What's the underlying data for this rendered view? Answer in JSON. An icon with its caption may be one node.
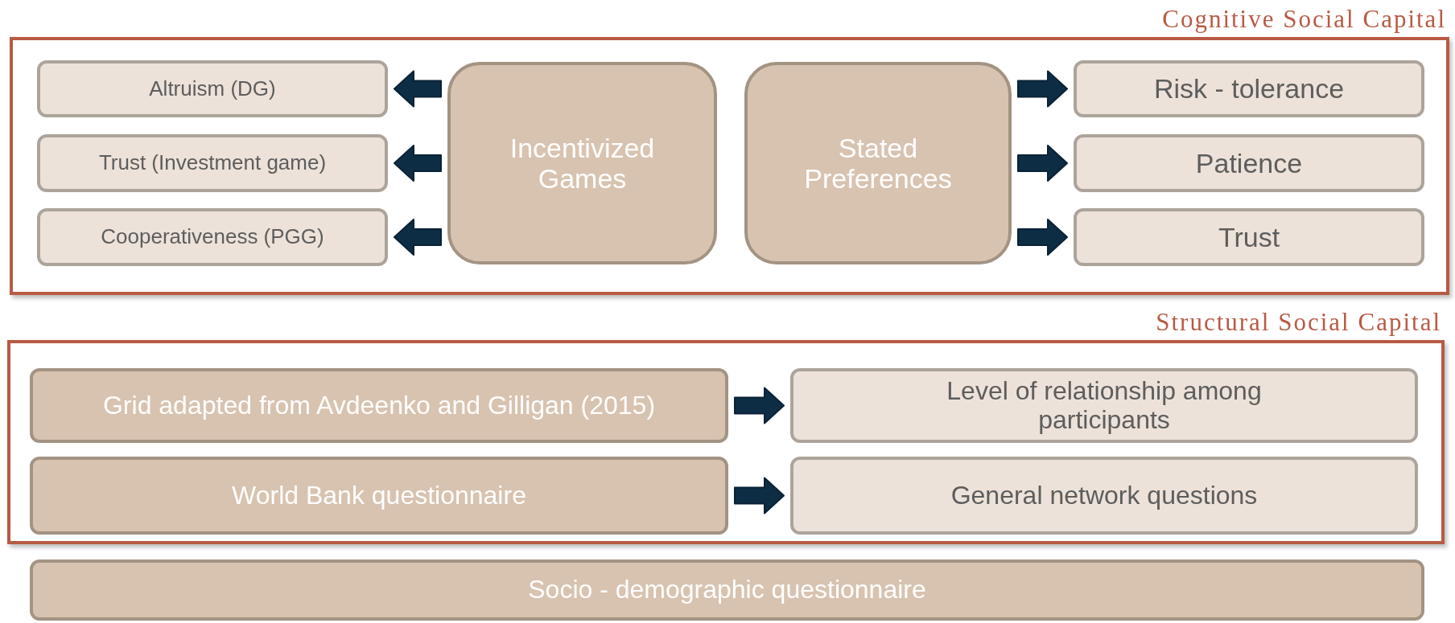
{
  "diagram": {
    "nodes": [
      {
        "text": [
          "Cognitive Social Capital"
        ]
      },
      {
        "text": [
          "Altruism (DG)"
        ],
        "in": 0
      },
      {
        "text": [
          "Trust (Investment game)"
        ],
        "in": 0
      },
      {
        "text": [
          "Cooperativeness (PGG)"
        ],
        "in": 0
      },
      {
        "text": [
          "Incentivized Games"
        ],
        "in": 0
      },
      {
        "text": [
          "Stated Preferences"
        ],
        "in": 0
      },
      {
        "text": [
          "Risk - tolerance"
        ],
        "in": 0
      },
      {
        "text": [
          "Patience"
        ],
        "in": 0
      },
      {
        "text": [
          "Trust"
        ],
        "in": 0
      },
      {
        "text": [
          "Structural Social Capital"
        ]
      },
      {
        "text": [
          "Grid adapted from Avdeenko and Gilligan (2015)"
        ],
        "in": 9
      },
      {
        "text": [
          "Level of relationship among participants"
        ],
        "in": 9
      },
      {
        "text": [
          "World Bank questionnaire"
        ],
        "in": 9
      },
      {
        "text": [
          "General network questions"
        ],
        "in": 9
      },
      {
        "text": [
          "Socio - demographic questionnaire"
        ]
      }
    ],
    "edges": [
      {
        "from": 4,
        "to": 1,
        "arrow": "to"
      },
      {
        "from": 4,
        "to": 2,
        "arrow": "to"
      },
      {
        "from": 4,
        "to": 3,
        "arrow": "to"
      },
      {
        "from": 5,
        "to": 6,
        "arrow": "to"
      },
      {
        "from": 5,
        "to": 7,
        "arrow": "to"
      },
      {
        "from": 5,
        "to": 8,
        "arrow": "to"
      },
      {
        "from": 10,
        "to": 11,
        "arrow": "to"
      },
      {
        "from": 12,
        "to": 13,
        "arrow": "to"
      }
    ]
  }
}
